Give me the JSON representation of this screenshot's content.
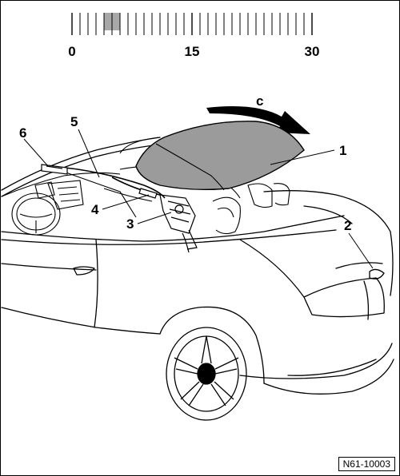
{
  "scale": {
    "labels": [
      "0",
      "15",
      "30"
    ],
    "highlight_range": [
      4,
      6
    ],
    "total_ticks": 31
  },
  "callouts": {
    "c": "c",
    "n1": "1",
    "n2": "2",
    "n3": "3",
    "n4": "4",
    "n5": "5",
    "n6": "6"
  },
  "reference": "N61-10003",
  "colors": {
    "roof_fill": "#9b9b9b",
    "scale_highlight": "#a8a8a8",
    "ink": "#000000"
  }
}
